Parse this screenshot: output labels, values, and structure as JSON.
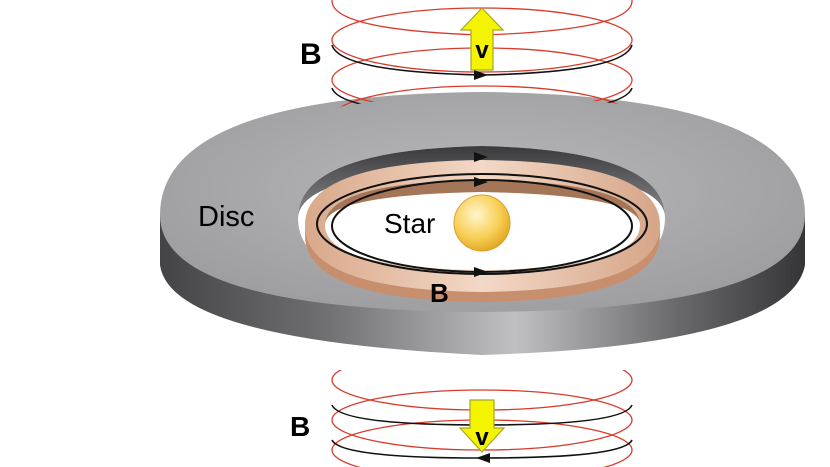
{
  "labels": {
    "b_top": "B",
    "v_top": "v",
    "disc": "Disc",
    "star": "Star",
    "b_ring": "B",
    "b_bottom": "B",
    "v_bottom": "v"
  },
  "colors": {
    "disc_top": "#a9a9ab",
    "disc_side_dark": "#3f3f41",
    "disc_side_light": "#b8b8ba",
    "inner_ring": "#e8c2a8",
    "star": "#f6c544",
    "arrow": "#f4f400",
    "red_loop": "#d93a2a",
    "field_line": "#111111"
  }
}
